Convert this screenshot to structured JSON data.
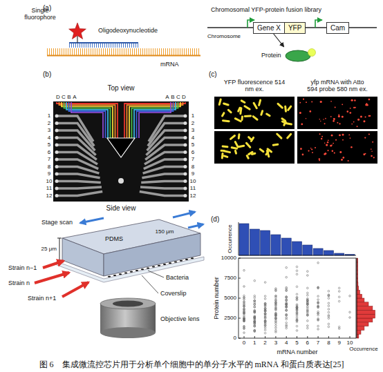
{
  "diagram": {
    "caption": "图 6　集成微流控芯片用于分析单个细胞中的单分子水平的 mRNA 和蛋白质表达[25]",
    "nodes": [
      {
        "text": [
          "Gene X"
        ]
      },
      {
        "text": [
          "YFP"
        ]
      },
      {
        "text": [
          "Cam"
        ]
      },
      {
        "text": [
          "Protein"
        ]
      }
    ],
    "edges": [
      {
        "from": 0,
        "to": 3,
        "arrow": "to"
      }
    ],
    "labels": [
      "(a)",
      "Single fluorophore",
      "Oligodeoxynucleotide",
      "mRNA",
      "Chromosomal YFP-protein fusion library",
      "Chromosome",
      "(b)",
      "Top view",
      "D",
      "C",
      "B",
      "A",
      "A",
      "B",
      "C",
      "D",
      "1",
      "2",
      "3",
      "4",
      "5",
      "6",
      "7",
      "8",
      "9",
      "10",
      "11",
      "12",
      "1",
      "2",
      "3",
      "4",
      "5",
      "6",
      "7",
      "8",
      "9",
      "10",
      "11",
      "12",
      "Side view",
      "Stage scan",
      "PDMS",
      "150 μm",
      "25 μm",
      "Bacteria",
      "Strain n−1",
      "Strain n",
      "Strain n+1",
      "Coverslip",
      "Objective lens",
      "(c)",
      "YFP fluorescence 514 nm ex.",
      "yfp mRNA with Atto 594 probe 580 nm ex.",
      "(d)",
      "Occurrence",
      "10000",
      "7500",
      "5000",
      "2500",
      "0",
      "0",
      "1",
      "2",
      "3",
      "4",
      "5",
      "6",
      "7",
      "8",
      "9",
      "10",
      "mRNA number",
      "Protein number",
      "Occurrence"
    ]
  }
}
